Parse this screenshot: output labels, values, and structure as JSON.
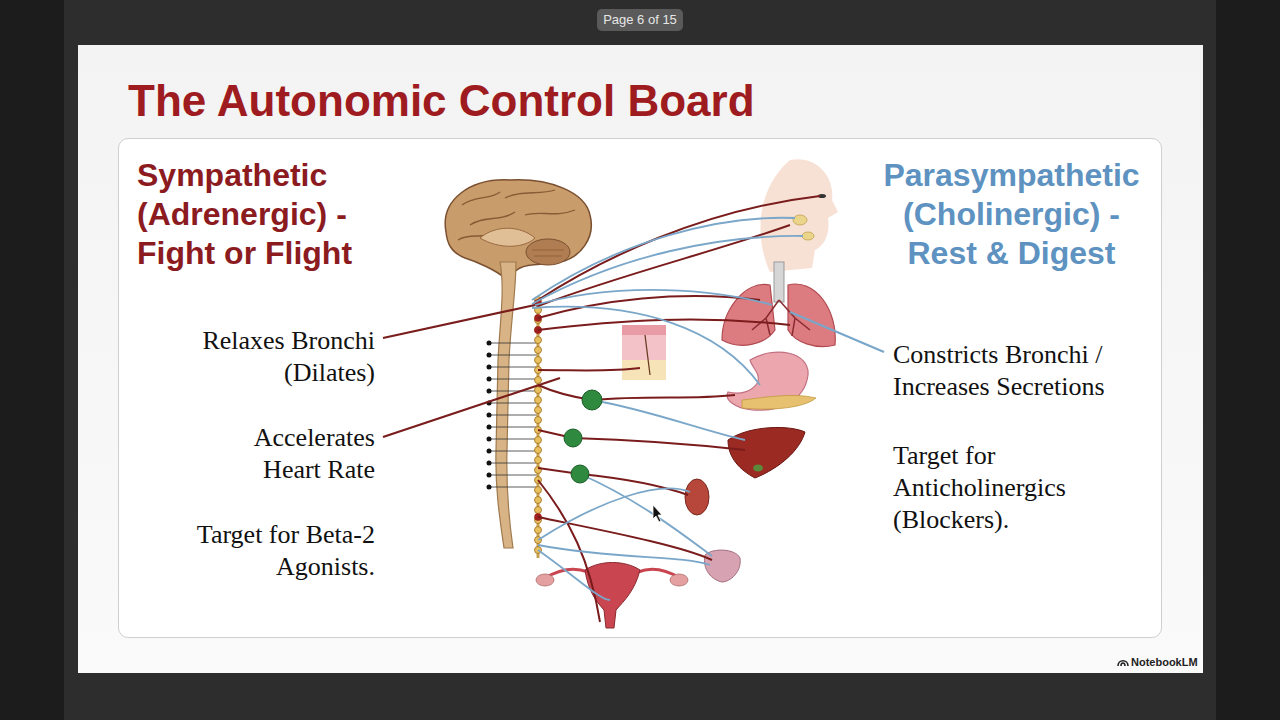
{
  "diagram": {
    "title": "The Autonomic Control Board",
    "nodes": [
      {
        "text": [
          "Page 6 of 15"
        ]
      },
      {
        "text": [
          "Sympathetic (Adrenergic) - Fight or Flight",
          "Relaxes Bronchi (Dilates)",
          "Accelerates Heart Rate",
          "Target for Beta-2 Agonists.",
          "Parasympathetic (Cholinergic) - Rest & Digest",
          "Constricts Bronchi / Increases Secretions",
          "Target for Anticholinergics (Blockers)."
        ]
      }
    ],
    "labels": [
      "NotebookLM"
    ]
  }
}
